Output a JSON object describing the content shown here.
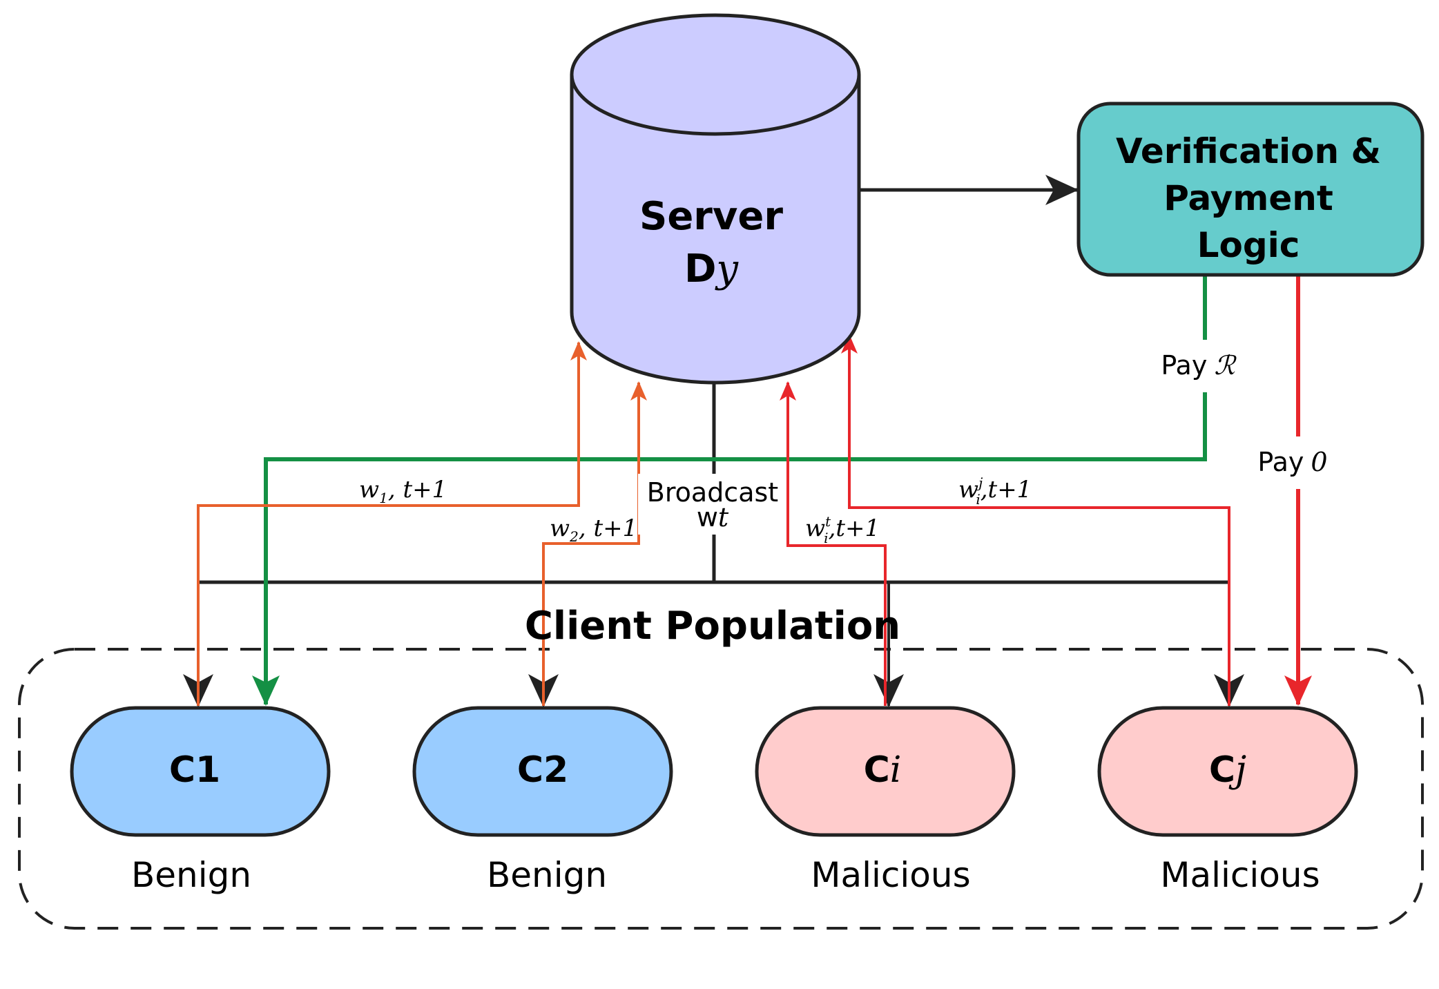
{
  "server": {
    "title": "Server",
    "sub_main": "D",
    "sub_var": "y"
  },
  "verification": {
    "line1": "Verification &",
    "line2": "Payment",
    "line3": "Logic"
  },
  "broadcast": {
    "label": "Broadcast",
    "w": "w",
    "t": "t"
  },
  "population": {
    "title": "Client Population"
  },
  "clients": [
    {
      "main": "C1",
      "var": "",
      "role": "Benign"
    },
    {
      "main": "C2",
      "var": "",
      "role": "Benign"
    },
    {
      "main": "C",
      "var": "i",
      "role": "Malicious"
    },
    {
      "main": "C",
      "var": "j",
      "role": "Malicious"
    }
  ],
  "edges": {
    "u1": {
      "w": "w",
      "sub": "1",
      "rest": ", t+1"
    },
    "u2": {
      "w": "w",
      "sub": "2",
      "rest": ", t+1"
    },
    "ui": {
      "w": "w",
      "sup": "t",
      "sub": "i",
      "rest": ",t+1"
    },
    "uj": {
      "w": "w",
      "sup": "j",
      "sub": "i",
      "rest": ",t+1"
    }
  },
  "payments": {
    "reward": {
      "label": "Pay",
      "symbol": "ℛ"
    },
    "zero": {
      "label": "Pay",
      "symbol": "0"
    }
  },
  "colors": {
    "server_fill": "#CCCCFF",
    "verification_fill": "#66CCCC",
    "benign_fill": "#99CCFF",
    "malicious_fill": "#FFCCCC",
    "orange_arrow": "#E8602C",
    "red_arrow": "#E8262B",
    "green_arrow": "#149044"
  }
}
